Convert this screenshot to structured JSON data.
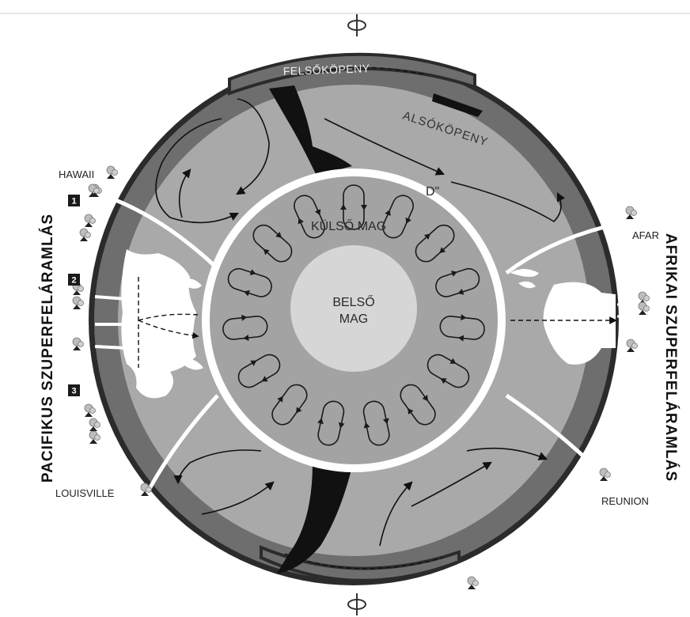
{
  "colors": {
    "crust": "#2b2b2b",
    "upper_mantle": "#6e6e6e",
    "lower_mantle": "#a9a9a9",
    "outer_core": "#a3a3a3",
    "inner_core": "#d6d6d6",
    "slab": "#111111",
    "plume": "#ffffff"
  },
  "layers": {
    "upper_mantle": "FELSŐKÖPENY",
    "lower_mantle": "ALSÓKÖPENY",
    "d_layer": "D\"",
    "outer_core": "KÜLSŐ MAG",
    "inner_core_line1": "BELSŐ",
    "inner_core_line2": "MAG"
  },
  "hotspots": {
    "hawaii": "HAWAII",
    "louisville": "LOUISVILLE",
    "afar": "AFAR",
    "reunion": "REUNION"
  },
  "markers": [
    "1",
    "2",
    "3"
  ],
  "superplumes": {
    "pacific": "PACIFIKUS SZUPERFELÁRAMLÁS",
    "african": "AFRIKAI SZUPERFELÁRAMLÁS"
  },
  "icons": {
    "rotation_top": "rotation-axis-icon",
    "rotation_bottom": "rotation-axis-icon"
  }
}
